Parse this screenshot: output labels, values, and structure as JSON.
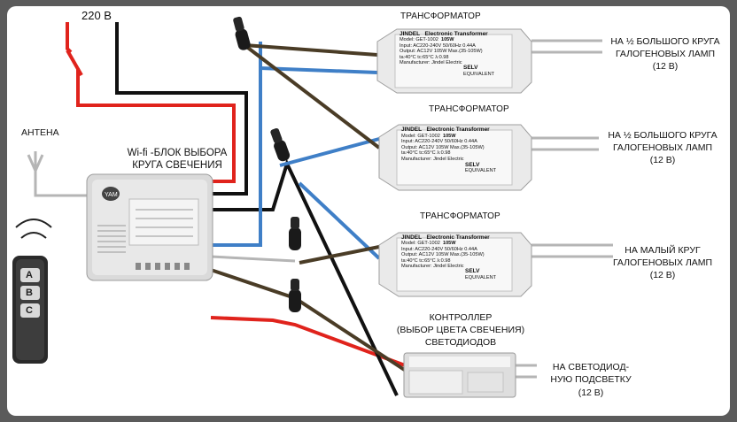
{
  "supply": {
    "voltage": "220 В"
  },
  "antenna": {
    "label": "АНТЕНА"
  },
  "wifi_block": {
    "title_line1": "Wi-fi -БЛОК ВЫБОРА",
    "title_line2": "КРУГА СВЕЧЕНИЯ",
    "brand": "YAM"
  },
  "remote": {
    "buttons": [
      "A",
      "B",
      "C"
    ]
  },
  "transformers": [
    {
      "title": "ТРАНСФОРМАТОР",
      "output_line1": "НА ½ БОЛЬШОГО  КРУГА",
      "output_line2": "ГАЛОГЕНОВЫХ ЛАМП",
      "output_line3": "(12 В)"
    },
    {
      "title": "ТРАНСФОРМАТОР",
      "output_line1": "НА ½ БОЛЬШОГО  КРУГА",
      "output_line2": "ГАЛОГЕНОВЫХ  ЛАМП",
      "output_line3": "(12 В)"
    },
    {
      "title": "ТРАНСФОРМАТОР",
      "output_line1": "НА МАЛЫЙ КРУГ",
      "output_line2": "ГАЛОГЕНОВЫХ ЛАМП",
      "output_line3": "(12 В)"
    }
  ],
  "transformer_plate": {
    "brand": "JINDEL",
    "name": "Electronic Transformer",
    "model": "Model: GET-1002",
    "watt": "105W",
    "input": "Input: AC220-240V  50/60Hz  0.44A",
    "output": "Output: AC12V  105W Max.(35-105W)",
    "temp": "ta:40°C   tc:65°C   λ:0.98",
    "maker": "Manufacturer: Jindel Electric",
    "selv": "SELV",
    "equiv": "EQUIVALENT"
  },
  "controller": {
    "title_line1": "КОНТРОЛЛЕР",
    "title_line2": "(ВЫБОР ЦВЕТА СВЕЧЕНИЯ)",
    "title_line3": "СВЕТОДИОДОВ",
    "output_line1": "НА СВЕТОДИОД-",
    "output_line2": "НУЮ ПОДСВЕТКУ",
    "output_line3": "(12 В)"
  },
  "colors": {
    "red": "#e0231c",
    "black": "#111111",
    "blue": "#3f7fc7",
    "brown": "#4a3c26",
    "grey": "#b5b5b5",
    "frame": "#5b5b5b"
  }
}
